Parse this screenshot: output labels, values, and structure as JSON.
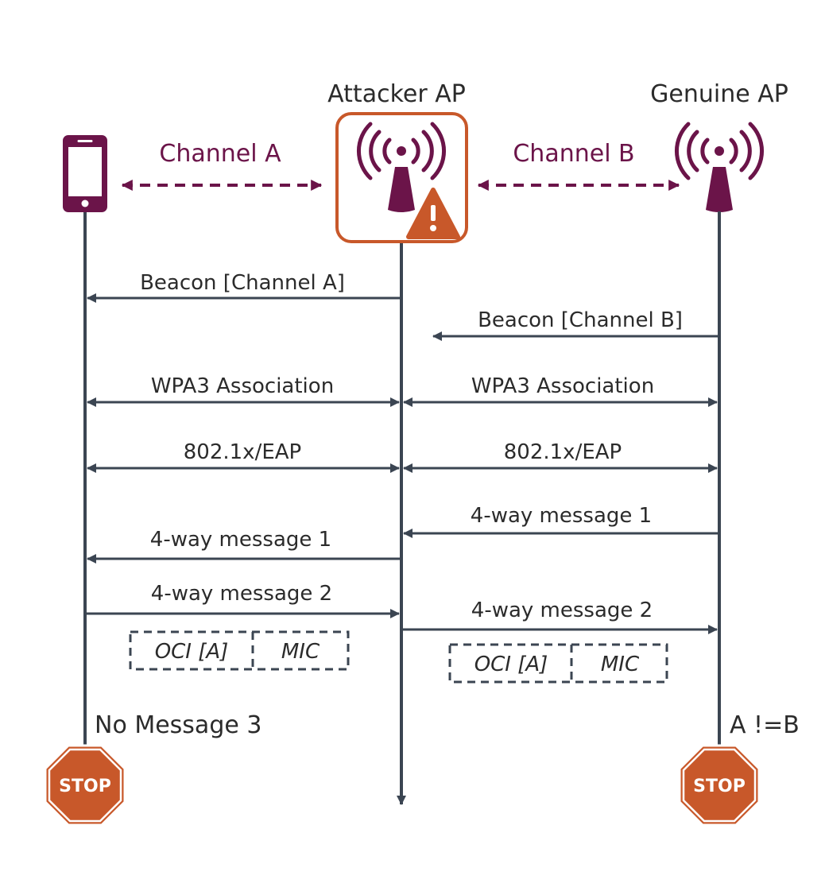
{
  "entities": {
    "attacker": "Attacker AP",
    "genuine": "Genuine AP"
  },
  "channels": {
    "a": "Channel A",
    "b": "Channel B"
  },
  "messages": {
    "beacon_a": "Beacon [Channel A]",
    "beacon_b": "Beacon [Channel B]",
    "assoc_left": "WPA3 Association",
    "assoc_right": "WPA3 Association",
    "eap_left": "802.1x/EAP",
    "eap_right": "802.1x/EAP",
    "fourway1_right": "4-way message 1",
    "fourway1_left": "4-way message 1",
    "fourway2_left": "4-way message 2",
    "fourway2_right": "4-way message 2"
  },
  "frame_fields": {
    "left": {
      "oci": "OCI [A]",
      "mic": "MIC"
    },
    "right": {
      "oci": "OCI [A]",
      "mic": "MIC"
    }
  },
  "outcomes": {
    "client_note": "No Message 3",
    "genuine_note": "A !=B",
    "stop_label": "STOP"
  },
  "colors": {
    "line": "#3b4552",
    "channel": "#6b1449",
    "alert": "#c8582a"
  }
}
